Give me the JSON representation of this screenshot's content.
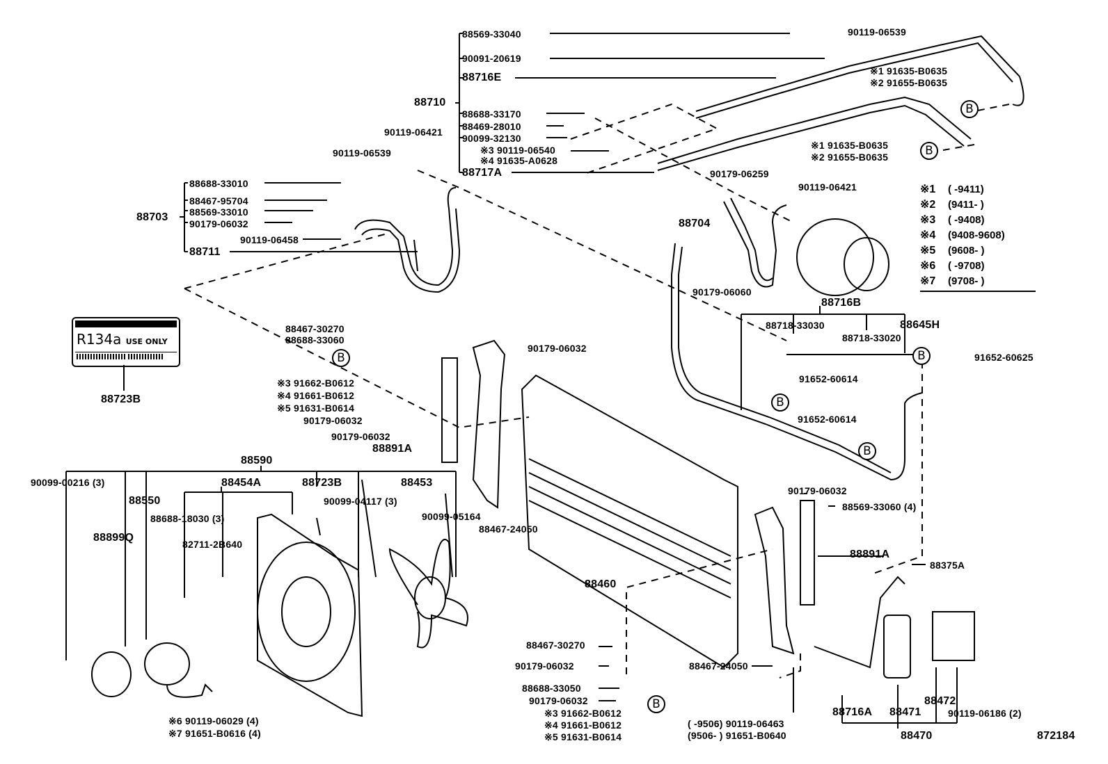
{
  "diagram_id": "872184",
  "legend": [
    {
      "mark": "※1",
      "range": "(      -9411)"
    },
    {
      "mark": "※2",
      "range": "(9411-      )"
    },
    {
      "mark": "※3",
      "range": "(      -9408)"
    },
    {
      "mark": "※4",
      "range": "(9408-9608)"
    },
    {
      "mark": "※5",
      "range": "(9608-      )"
    },
    {
      "mark": "※6",
      "range": "(      -9708)"
    },
    {
      "mark": "※7",
      "range": "(9708-      )"
    }
  ],
  "refrigerant_label": {
    "text_main": "R134a",
    "text_sub": "USE ONLY",
    "part": "88723B"
  },
  "callout_letter": "B",
  "labels": {
    "p88569_33040": "88569-33040",
    "p90091_20619": "90091-20619",
    "p88716E": "88716E",
    "p88710": "88710",
    "p88688_33170": "88688-33170",
    "p88469_28010": "88469-28010",
    "p90099_32130": "90099-32130",
    "p90119_06540": "※3  90119-06540",
    "p91635_A0628": "※4  91635-A0628",
    "p88717A": "88717A",
    "p90119_06539_top": "90119-06539",
    "p91635_B0635_a": "※1  91635-B0635",
    "p91655_B0635_a": "※2  91655-B0635",
    "p91635_B0635_b": "※1  91635-B0635",
    "p91655_B0635_b": "※2  91655-B0635",
    "p90179_06259": "90179-06259",
    "p90119_06421_r": "90119-06421",
    "p88704": "88704",
    "p90179_06060": "90179-06060",
    "p90119_06421_l": "90119-06421",
    "p90119_06539_l": "90119-06539",
    "p88688_33010": "88688-33010",
    "p88467_95704": "88467-95704",
    "p88569_33010": "88569-33010",
    "p88703": "88703",
    "p90179_06032_a": "90179-06032",
    "p90119_06458": "90119-06458",
    "p88711": "88711",
    "p88716B": "88716B",
    "p88718_33030": "88718-33030",
    "p88718_33020": "88718-33020",
    "p88645H": "88645H",
    "p91652_60625": "91652-60625",
    "p91652_60614_a": "91652-60614",
    "p91652_60614_b": "91652-60614",
    "p88467_30270_top": "88467-30270",
    "p88688_33060": "88688-33060",
    "p91662_B0612_top": "※3  91662-B0612",
    "p91661_B0612_top": "※4  91661-B0612",
    "p91631_B0614_top": "※5  91631-B0614",
    "p90179_06032_b": "90179-06032",
    "p90179_06032_c": "90179-06032",
    "p90179_06032_d": "90179-06032",
    "p88891A_l": "88891A",
    "p88590": "88590",
    "p90099_00216": "90099-00216 (3)",
    "p88550": "88550",
    "p88454A": "88454A",
    "p88723B_b": "88723B",
    "p88453": "88453",
    "p90099_04117": "90099-04117 (3)",
    "p90099_05164": "90099-05164",
    "p88688_18030": "88688-18030 (3)",
    "p88899Q": "88899Q",
    "p82711_2B640": "82711-2B640",
    "p88467_24050_a": "88467-24050",
    "p88460": "88460",
    "p90179_06032_e": "90179-06032",
    "p88569_33060": "88569-33060 (4)",
    "p88891A_r": "88891A",
    "p88375A": "88375A",
    "p90119_06029": "※6  90119-06029 (4)",
    "p91651_B0616": "※7  91651-B0616 (4)",
    "p88467_30270_bot": "88467-30270",
    "p90179_06032_f": "90179-06032",
    "p88688_33050": "88688-33050",
    "p90179_06032_g": "90179-06032",
    "p91662_B0612_bot": "※3 91662-B0612",
    "p91661_B0612_bot": "※4 91661-B0612",
    "p91631_B0614_bot": "※5 91631-B0614",
    "p88467_24050_b": "88467-24050",
    "p90119_06463": "(      -9506) 90119-06463",
    "p91651_B0640": "(9506-      ) 91651-B0640",
    "p88716A": "88716A",
    "p88471": "88471",
    "p88472": "88472",
    "p90119_06186": "90119-06186 (2)",
    "p88470": "88470"
  }
}
